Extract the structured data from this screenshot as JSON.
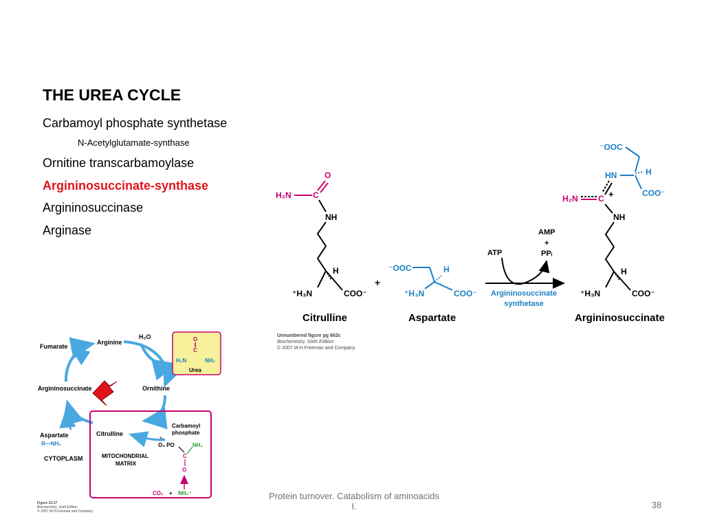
{
  "title": "THE UREA CYCLE",
  "enzymes": [
    {
      "label": "Carbamoyl phosphate synthetase",
      "style": "normal"
    },
    {
      "label": "N-Acetylglutamate-synthase",
      "style": "sub"
    },
    {
      "label": "Ornitine transcarbamoylase",
      "style": "normal"
    },
    {
      "label": "Argininosuccinate-synthase",
      "style": "highlight"
    },
    {
      "label": "Argininosuccinase",
      "style": "normal"
    },
    {
      "label": "Arginase",
      "style": "normal"
    }
  ],
  "colors": {
    "highlight": "#e0141b",
    "magenta": "#c8006e",
    "blue": "#1b7fc4",
    "green": "#2a9d3a"
  },
  "reaction": {
    "citrulline": {
      "O": "O",
      "C": "C",
      "NH": "NH",
      "H": "H",
      "H2N": "H₂N",
      "H3N": "⁺H₃N",
      "COO": "COO⁻",
      "name": "Citrulline"
    },
    "plus": "+",
    "aspartate": {
      "OOC": "⁻OOC",
      "H": "H",
      "H3N": "⁺H₃N",
      "COO": "COO⁻",
      "name": "Aspartate"
    },
    "arrow": {
      "atp": "ATP",
      "amp": "AMP",
      "plus": "+",
      "ppi": "PPᵢ",
      "enzyme_line1": "Argininosuccinate",
      "enzyme_line2": "synthetase"
    },
    "argininosuccinate": {
      "OOC": "⁻OOC",
      "HN": "HN",
      "H_top": "H",
      "COO_top": "COO⁻",
      "H2N": "H₂N",
      "C": "C",
      "plus": "+",
      "NH": "NH",
      "H": "H",
      "H3N": "⁺H₃N",
      "COO": "COO⁻",
      "name": "Argininosuccinate"
    },
    "credit": [
      "Unnumbered figure pg 662c",
      "Biochemistry, Sixth Edition",
      "© 2007 W.H.Freeman and Company"
    ]
  },
  "cycle": {
    "fumarate": "Fumarate",
    "arginine": "Arginine",
    "water": "H₂O",
    "ornithine": "Ornithine",
    "argininosuccinate": "Argininosuccinate",
    "citrulline": "Citrulline",
    "aspartate": "Aspartate",
    "aspartate_formula": "R—NH₂",
    "cytoplasm": "CYTOPLASM",
    "matrix_line1": "MITOCHONDRIAL",
    "matrix_line2": "MATRIX",
    "carbamoyl_line1": "Carbamoyl",
    "carbamoyl_line2": "phosphate",
    "phosphate_charge": "2−",
    "phosphate_group": "O₃ PO",
    "nh2": "NH₂",
    "o": "O",
    "c": "C",
    "co2": "CO₂",
    "plus": "+",
    "nh4": "NH₄⁺",
    "urea": {
      "o": "O",
      "c": "C",
      "h2n": "H₂N",
      "nh2": "NH₂",
      "name": "Urea"
    },
    "credit": [
      "Figure 23-17",
      "Biochemistry, Sixth Edition",
      "© 2007 W.H.Freeman and Company"
    ]
  },
  "footer": {
    "line1": "Protein turnover. Catabolism of aminoacids",
    "line2": "I.",
    "page": "38"
  }
}
